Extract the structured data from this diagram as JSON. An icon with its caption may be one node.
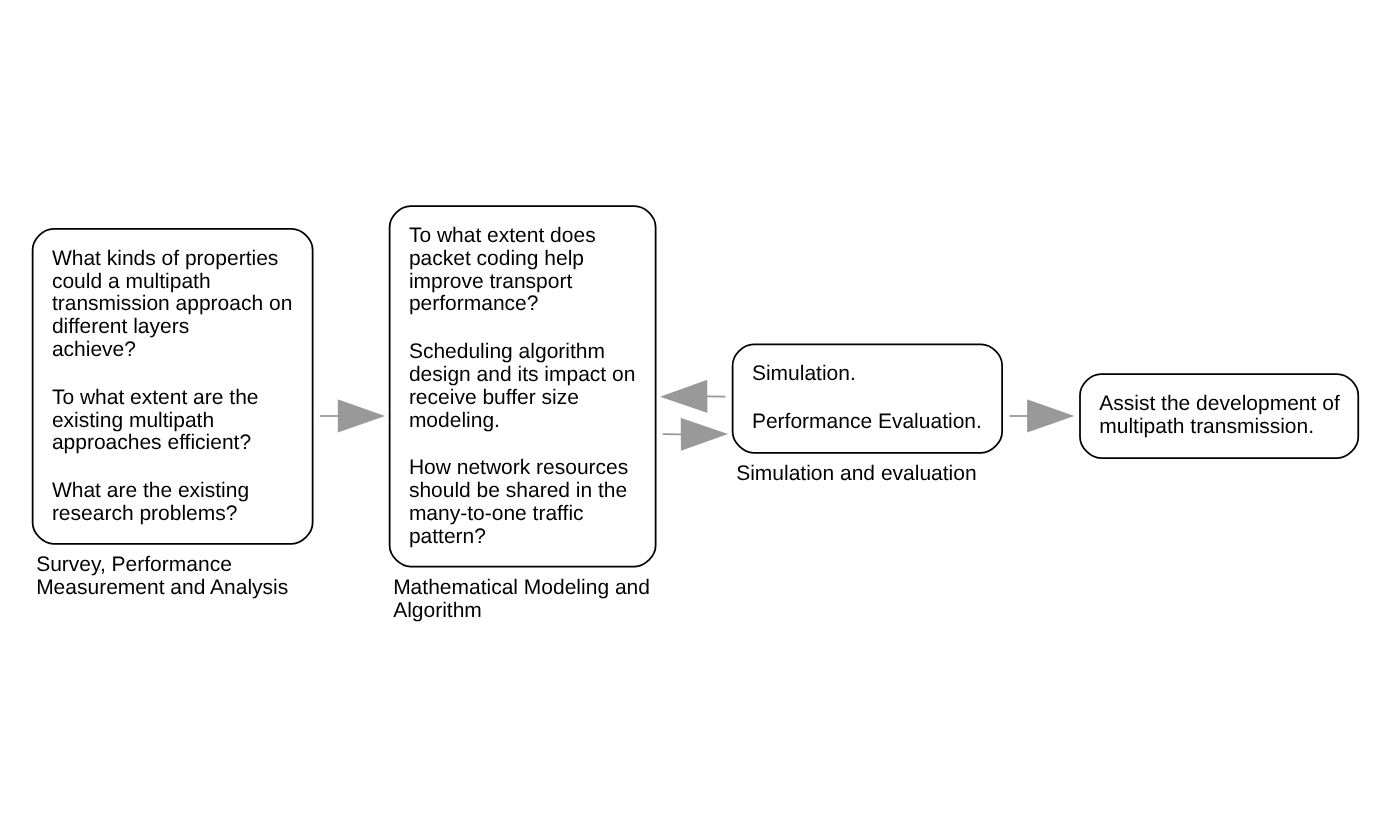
{
  "diagram": {
    "nodes": [
      {
        "text": [
          "What kinds of properties could a multipath transmission approach on different layers achieve?",
          "To what extent are the existing multipath approaches efficient?",
          "What are the existing research problems?"
        ],
        "beside": [
          "Survey, Performance Measurement and Analysis"
        ]
      },
      {
        "text": [
          "To what extent does packet coding help improve transport performance?",
          "Scheduling algorithm design and its impact on receive buffer size modeling.",
          "How network resources should be shared in the many-to-one traffic pattern?"
        ],
        "beside": [
          "Mathematical Modeling and Algorithm"
        ]
      },
      {
        "text": [
          "Assist the development of multipath transmission."
        ]
      },
      {
        "text": [
          "Simulation.",
          "Performance Evaluation."
        ],
        "beside": [
          "Simulation and evaluation"
        ]
      }
    ],
    "edges": [
      {
        "from": 0,
        "to": 1,
        "arrow": "to"
      },
      {
        "from": 1,
        "to": 3,
        "arrow": "to"
      },
      {
        "from": 3,
        "to": 1,
        "arrow": "to"
      },
      {
        "from": 3,
        "to": 2,
        "arrow": "to"
      }
    ]
  }
}
